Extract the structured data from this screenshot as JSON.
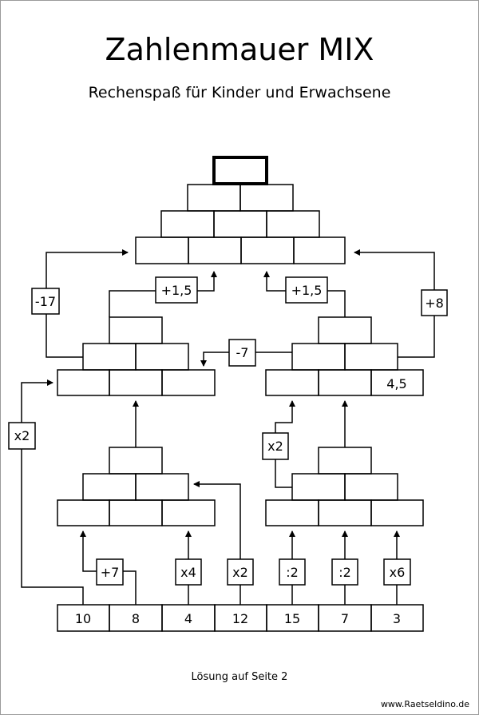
{
  "title": "Zahlenmauer MIX",
  "subtitle": "Rechenspaß für Kinder und Erwachsene",
  "footer": "Lösung auf Seite 2",
  "website": "www.Raetseldino.de",
  "colors": {
    "ink": "#000000",
    "paper": "#ffffff",
    "frame": "#9a9a9a"
  },
  "base_row": [
    "10",
    "8",
    "4",
    "12",
    "15",
    "7",
    "3"
  ],
  "operations": {
    "left_side": "x2",
    "left_top": "-17",
    "right_top": "+8",
    "mid_left": "+1,5",
    "mid_right": "+1,5",
    "center": "-7",
    "bottom_left": "+7",
    "bottom_x4": "x4",
    "bottom_x2": "x2",
    "bottom_div_a": ":2",
    "bottom_div_b": ":2",
    "bottom_x6": "x6",
    "right_inner": "x2"
  },
  "given_values": {
    "right_pyramid_bottom_right": "4,5"
  }
}
